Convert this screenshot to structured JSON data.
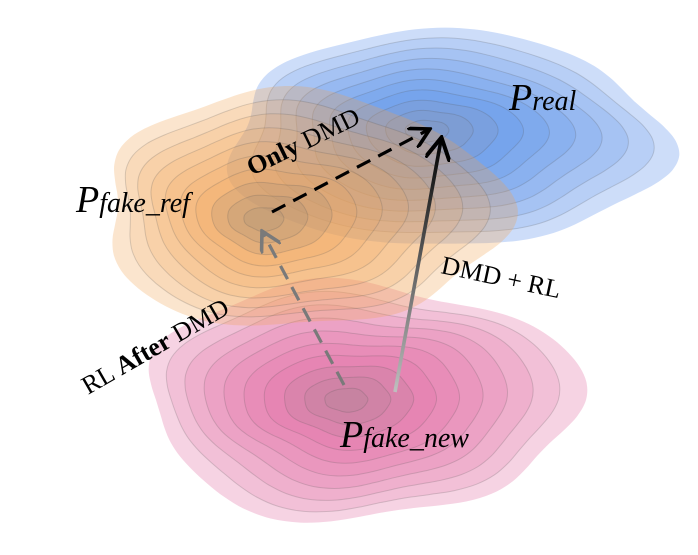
{
  "distributions": {
    "real": {
      "italic": "P",
      "subscript": "real",
      "color": "#4a86e8"
    },
    "fake_ref": {
      "italic": "P",
      "subscript": "fake_ref",
      "color": "#f0a050"
    },
    "fake_new": {
      "italic": "P",
      "subscript": "fake_new",
      "color": "#e0609a"
    }
  },
  "arrows": {
    "only_dmd": {
      "bold": "Only",
      "regular": " DMD",
      "style": "dashed",
      "color": "#000000"
    },
    "dmd_rl": {
      "label": "DMD + RL",
      "style": "solid-gradient",
      "color": "#000000"
    },
    "rl_after_dmd": {
      "before": "RL ",
      "bold": "After",
      "after": " DMD",
      "style": "dashed",
      "color": "#7a7a7a"
    }
  }
}
